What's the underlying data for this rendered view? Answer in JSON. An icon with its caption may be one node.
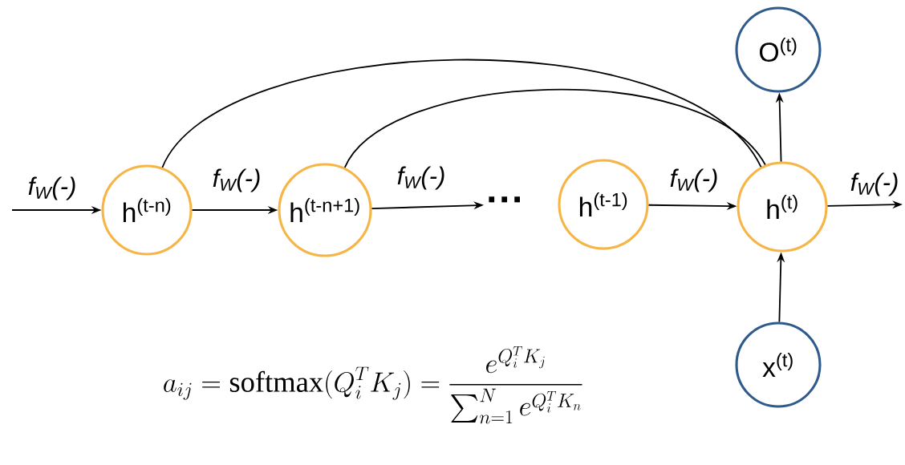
{
  "diagram": {
    "nodes": [
      {
        "text": [
          "h$^{(t-n)}$"
        ]
      },
      {
        "text": [
          "h$^{(t-n+1)}$"
        ]
      },
      {
        "text": [
          "···"
        ]
      },
      {
        "text": [
          "h$^{(t-1)}$"
        ]
      },
      {
        "text": [
          "h$^{(t)}$"
        ]
      },
      {
        "text": [
          "O$^{(t)}$"
        ]
      },
      {
        "text": [
          "x$^{(t)}$"
        ]
      }
    ],
    "edges": [
      {
        "from": null,
        "to": 0,
        "arrow": "to",
        "label": "f$_{W}$(-)"
      },
      {
        "from": 0,
        "to": 1,
        "arrow": "to",
        "label": "f$_{W}$(-)"
      },
      {
        "from": 1,
        "to": 2,
        "arrow": "to",
        "label": "f$_{W}$(-)"
      },
      {
        "from": 3,
        "to": 4,
        "arrow": "to",
        "label": "f$_{W}$(-)"
      },
      {
        "from": 4,
        "to": null,
        "arrow": "to",
        "label": "f$_{W}$(-)"
      },
      {
        "from": 4,
        "to": 5,
        "arrow": "to"
      },
      {
        "from": 6,
        "to": 4,
        "arrow": "to"
      },
      {
        "from": 0,
        "to": 4,
        "arrow": "none"
      },
      {
        "from": 1,
        "to": 4,
        "arrow": "none"
      }
    ],
    "labels": [
      "a_{ij} = \\mathrm{softmax}(Q_i^T K_j) = \\dfrac{e^{Q_i^T K_j}}{\\sum_{n=1}^{N} e^{Q_i^T K_n}}"
    ]
  }
}
